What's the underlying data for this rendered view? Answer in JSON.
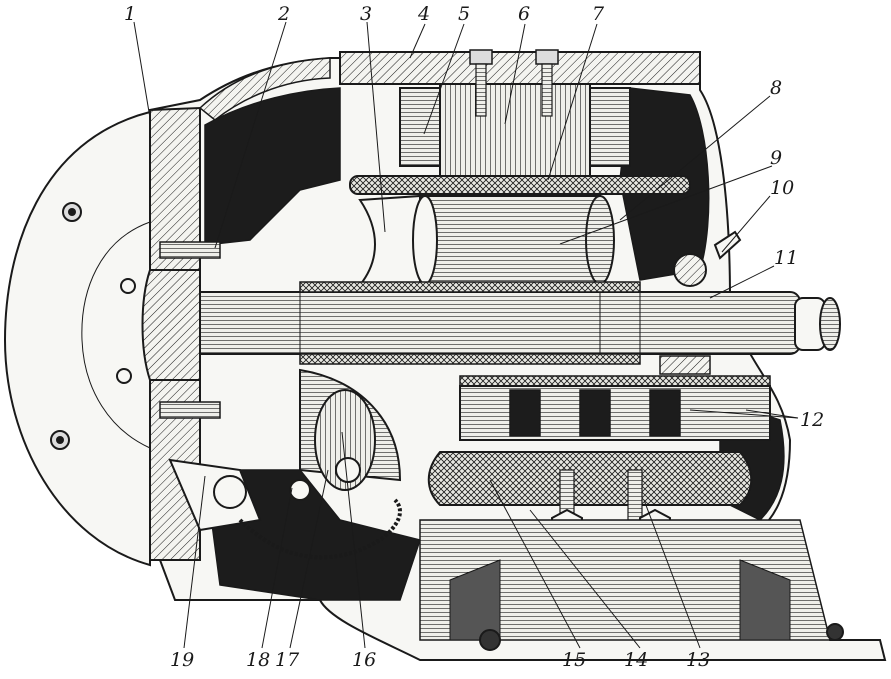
{
  "figure": {
    "callouts": [
      {
        "id": "1",
        "text": "1"
      },
      {
        "id": "2",
        "text": "2"
      },
      {
        "id": "3",
        "text": "3"
      },
      {
        "id": "4",
        "text": "4"
      },
      {
        "id": "5",
        "text": "5"
      },
      {
        "id": "6",
        "text": "6"
      },
      {
        "id": "7",
        "text": "7"
      },
      {
        "id": "8",
        "text": "8"
      },
      {
        "id": "9",
        "text": "9"
      },
      {
        "id": "10",
        "text": "10"
      },
      {
        "id": "11",
        "text": "11"
      },
      {
        "id": "12",
        "text": "12"
      },
      {
        "id": "13",
        "text": "13"
      },
      {
        "id": "14",
        "text": "14"
      },
      {
        "id": "15",
        "text": "15"
      },
      {
        "id": "16",
        "text": "16"
      },
      {
        "id": "17",
        "text": "17"
      },
      {
        "id": "18",
        "text": "18"
      },
      {
        "id": "19",
        "text": "19"
      }
    ]
  },
  "palette": {
    "ink": "#1a1a1a",
    "paper": "#ffffff",
    "metal": "#f7f7f4",
    "dark_fill": "#1c1c1c"
  }
}
